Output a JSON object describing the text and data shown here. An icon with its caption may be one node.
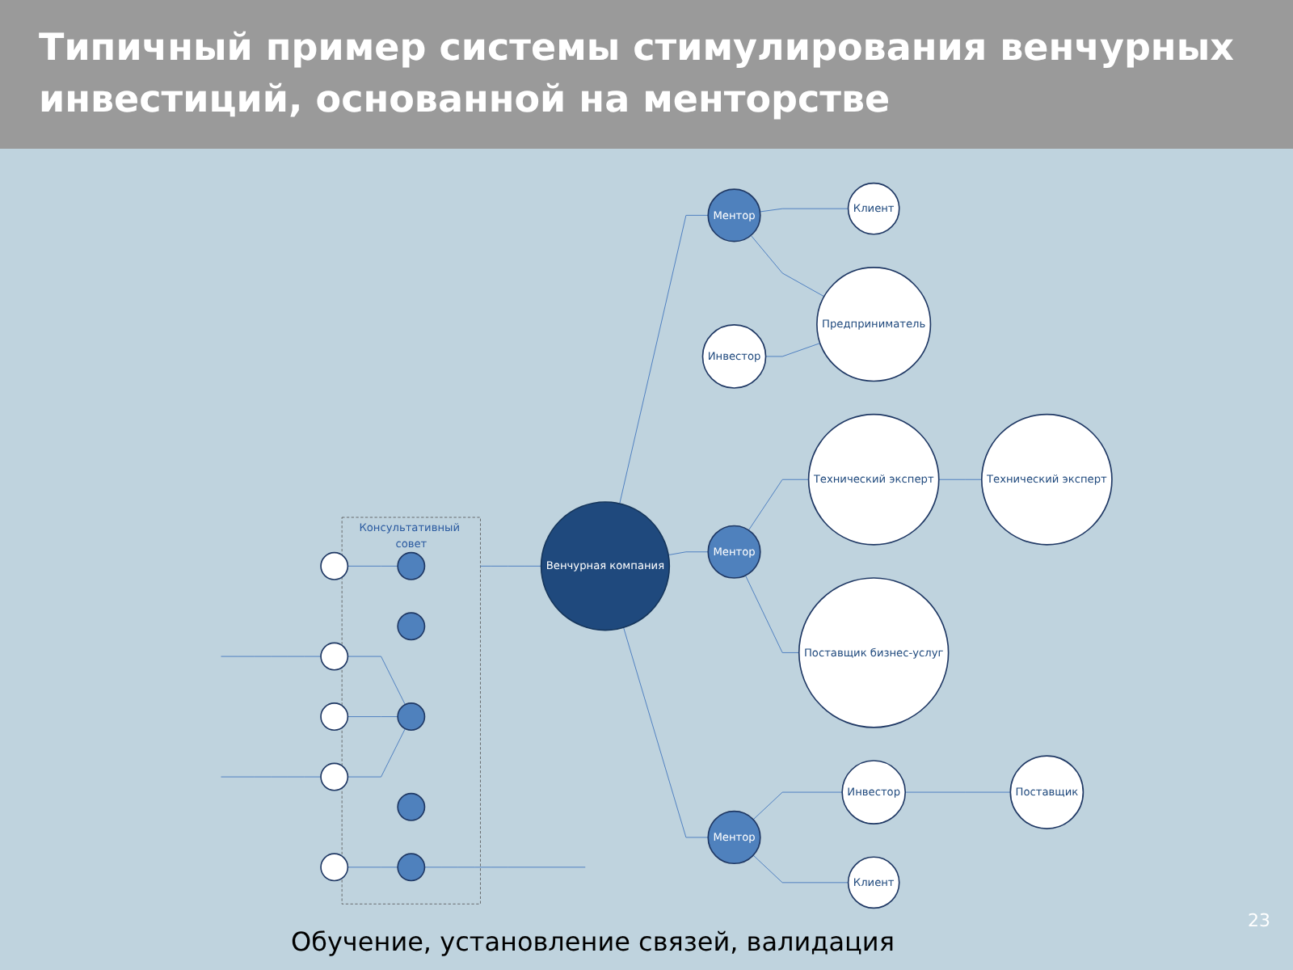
{
  "diagram": {
    "title": "Типичный пример системы стимулирования венчурных инвестиций, основанной на менторстве",
    "nodes": [
      {
        "text": [
          "Венчурная компания"
        ]
      },
      {
        "text": [
          "Ментор"
        ]
      },
      {
        "text": [
          "Клиент"
        ]
      },
      {
        "text": [
          "Инвестор"
        ]
      },
      {
        "text": [
          "Предприниматель"
        ]
      },
      {
        "text": [
          "Ментор"
        ]
      },
      {
        "text": [
          "Технический эксперт"
        ]
      },
      {
        "text": [
          "Технический эксперт"
        ]
      },
      {
        "text": [
          "Поставщик бизнес-услуг"
        ]
      },
      {
        "text": [
          "Ментор"
        ]
      },
      {
        "text": [
          "Инвестор"
        ]
      },
      {
        "text": [
          "Поставщик"
        ]
      },
      {
        "text": [
          "Клиент"
        ]
      },
      {
        "text": [
          "Консультативный совет"
        ]
      },
      {
        "text": [],
        "shape": "circle",
        "in": 13
      },
      {
        "text": [],
        "shape": "circle",
        "in": 13
      },
      {
        "text": [],
        "shape": "circle",
        "in": 13
      },
      {
        "text": [],
        "shape": "circle",
        "in": 13
      },
      {
        "text": [],
        "shape": "circle",
        "in": 13
      },
      {
        "text": [],
        "shape": "circle"
      },
      {
        "text": [],
        "shape": "circle"
      },
      {
        "text": [],
        "shape": "circle"
      },
      {
        "text": [],
        "shape": "circle"
      },
      {
        "text": [],
        "shape": "circle"
      }
    ],
    "edges": [
      {
        "from": 0,
        "to": 1,
        "arrow": "none"
      },
      {
        "from": 1,
        "to": 2,
        "arrow": "none"
      },
      {
        "from": 1,
        "to": 4,
        "arrow": "none"
      },
      {
        "from": 3,
        "to": 4,
        "arrow": "none"
      },
      {
        "from": 0,
        "to": 5,
        "arrow": "none"
      },
      {
        "from": 5,
        "to": 6,
        "arrow": "none"
      },
      {
        "from": 6,
        "to": 7,
        "arrow": "none"
      },
      {
        "from": 5,
        "to": 8,
        "arrow": "none"
      },
      {
        "from": 0,
        "to": 9,
        "arrow": "none"
      },
      {
        "from": 9,
        "to": 10,
        "arrow": "none"
      },
      {
        "from": 10,
        "to": 11,
        "arrow": "none"
      },
      {
        "from": 9,
        "to": 12,
        "arrow": "none"
      },
      {
        "from": 13,
        "to": 0,
        "arrow": "none"
      },
      {
        "from": 19,
        "to": 14,
        "arrow": "none"
      },
      {
        "from": 20,
        "to": 16,
        "arrow": "none"
      },
      {
        "from": 21,
        "to": 16,
        "arrow": "none"
      },
      {
        "from": 22,
        "to": 16,
        "arrow": "none"
      },
      {
        "from": 23,
        "to": 18,
        "arrow": "none"
      },
      {
        "from": 18,
        "to": null,
        "arrow": "none"
      },
      {
        "from": null,
        "to": 20,
        "arrow": "none"
      },
      {
        "from": null,
        "to": 22,
        "arrow": "none"
      }
    ],
    "labels": [
      "Обучение, установление связей, валидация",
      "23"
    ]
  }
}
